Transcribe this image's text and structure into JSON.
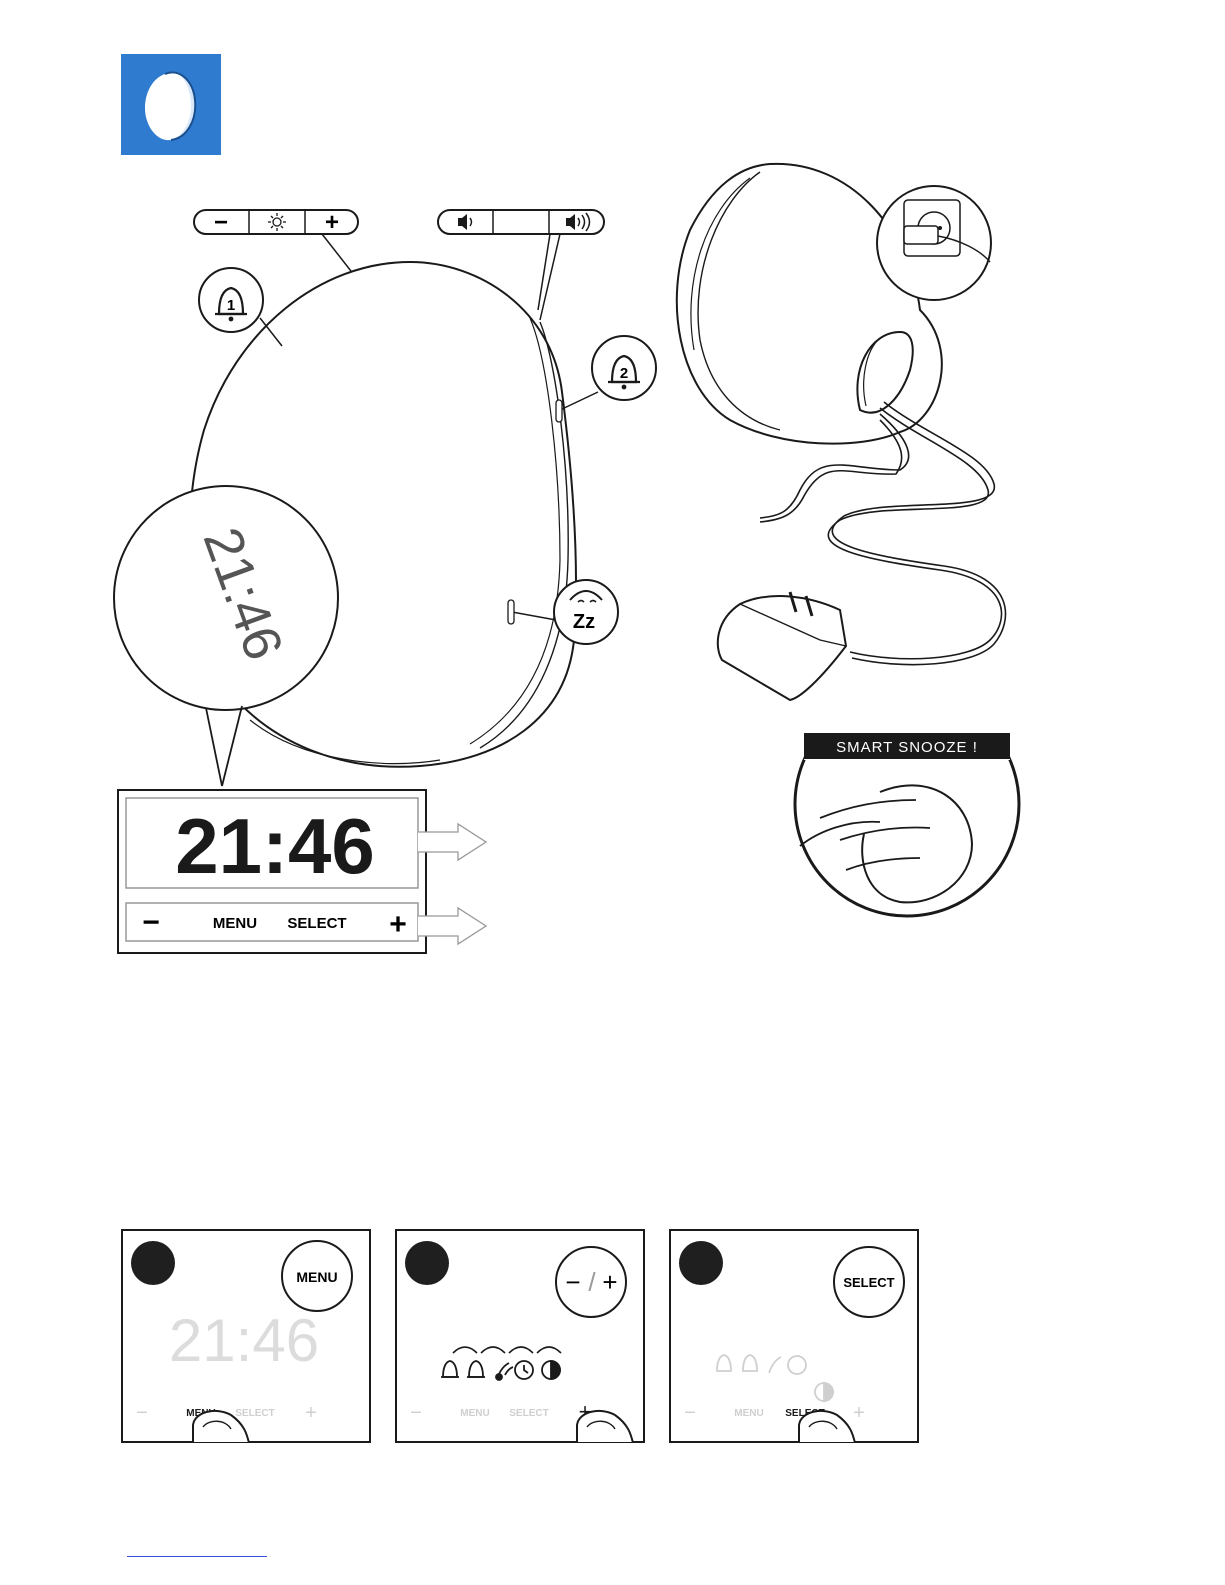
{
  "accent_color": "#2f7bd0",
  "brand_icon": "sunrise-light-logo-icon",
  "top_controls": {
    "brightness": {
      "minus": "−",
      "icon": "sun-brightness-icon",
      "plus": "+"
    },
    "volume": {
      "low_icon": "speaker-low-icon",
      "high_icon": "speaker-high-icon"
    }
  },
  "device_buttons": {
    "alarm1": {
      "icon": "alarm-bell-icon",
      "number": "1"
    },
    "alarm2": {
      "icon": "alarm-bell-icon",
      "number": "2"
    },
    "snooze": {
      "icon": "snooze-face-icon",
      "label": "Zz"
    }
  },
  "device_display_time": "21:46",
  "display_panel": {
    "time": "21:46",
    "minus": "−",
    "menu": "MENU",
    "select": "SELECT",
    "plus": "+"
  },
  "smart_snooze_label": "SMART SNOOZE !",
  "steps": [
    {
      "button": "MENU",
      "display_time": "21:46",
      "minus": "−",
      "menu": "MENU",
      "select": "SELECT",
      "plus": "+"
    },
    {
      "button_minus": "−",
      "button_slash": "/",
      "button_plus": "+",
      "minus": "−",
      "menu": "MENU",
      "select": "SELECT",
      "plus": "+",
      "menu_icons": [
        "alarm-1-icon",
        "alarm-2-icon",
        "sound-icon",
        "clock-icon",
        "contrast-icon"
      ]
    },
    {
      "button": "SELECT",
      "minus": "−",
      "menu": "MENU",
      "select": "SELECT",
      "plus": "+",
      "menu_icons": [
        "alarm-1-icon",
        "alarm-2-icon",
        "sound-icon",
        "clock-icon",
        "contrast-icon"
      ]
    }
  ]
}
